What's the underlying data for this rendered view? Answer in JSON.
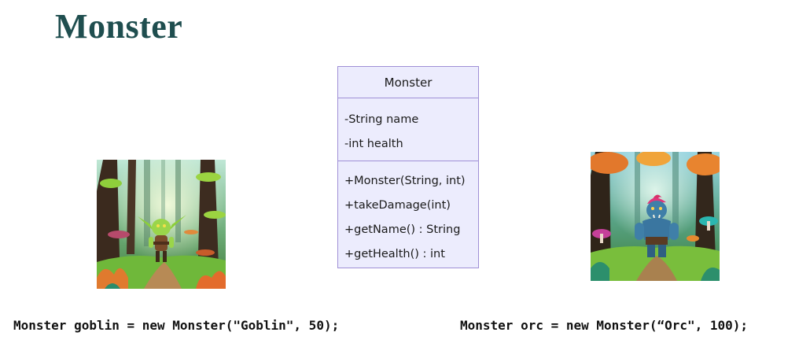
{
  "slide": {
    "title": "Monster"
  },
  "uml_class": {
    "name": "Monster",
    "attributes": [
      "-String name",
      "-int health"
    ],
    "methods": [
      "+Monster(String, int)",
      "+takeDamage(int)",
      "+getName() : String",
      "+getHealth() : int"
    ],
    "fill_color": "#ececfd",
    "border_color": "#9f8fd6"
  },
  "illustrations": {
    "goblin": "goblin-in-fantasy-forest",
    "orc": "orc-in-fantasy-forest"
  },
  "code": {
    "goblin_line": "Monster goblin = new Monster(\"Goblin\", 50);",
    "orc_line": "Monster orc = new Monster(“Orc\", 100);"
  },
  "colors": {
    "title": "#1f4e4f"
  }
}
